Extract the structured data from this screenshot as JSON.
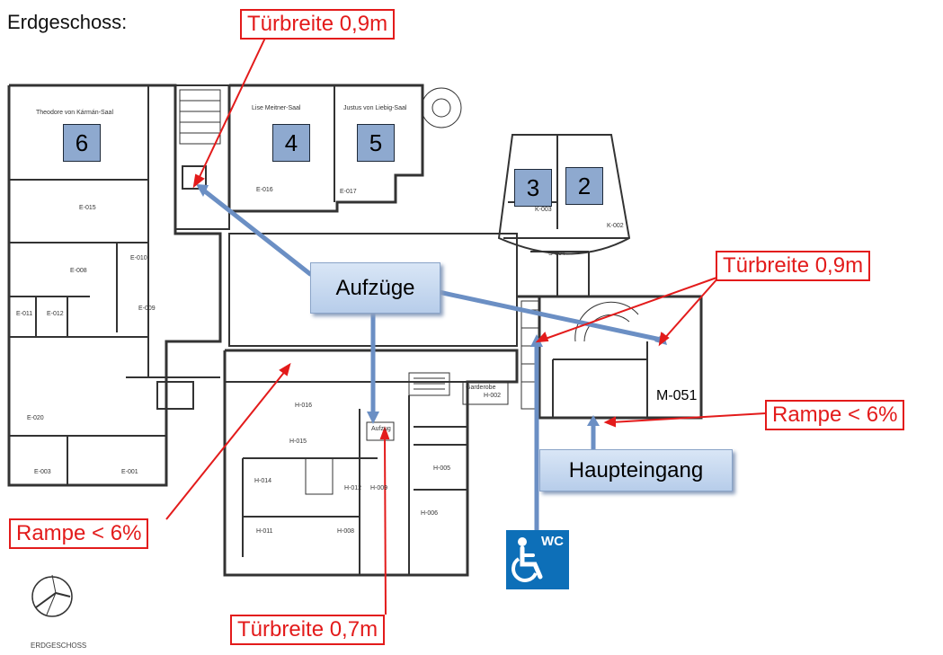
{
  "title": "Erdgeschoss:",
  "footer_label": "ERDGESCHOSS",
  "labels": {
    "door_top": "Türbreite 0,9m",
    "door_right": "Türbreite 0,9m",
    "door_bottom": "Türbreite 0,7m",
    "ramp_left": "Rampe < 6%",
    "ramp_right": "Rampe < 6%",
    "elevators": "Aufzüge",
    "main_entrance": "Haupteingang",
    "wc": "WC"
  },
  "room_numbers": [
    "6",
    "4",
    "5",
    "3",
    "2"
  ],
  "room_labels": {
    "theodore": "Theodore von Kármán-Saal",
    "lise": "Lise Meitner-Saal",
    "justus": "Justus von Liebig-Saal",
    "e016": "E-016",
    "e017": "E-017",
    "e015": "E-015",
    "e008": "E-008",
    "e010": "E-010",
    "e011": "E-011",
    "e012": "E-012",
    "e009": "E-009",
    "e020": "E-020",
    "e003": "E-003",
    "e001": "E-001",
    "k003": "K-003",
    "k002": "K-002",
    "s004": "S-004",
    "h016": "H-016",
    "h015": "H-015",
    "h014": "H-014",
    "h012": "H-012",
    "h009": "H-009",
    "h005": "H-005",
    "h006": "H-006",
    "h011": "H-011",
    "h008": "H-008",
    "h002a": "Garderobe",
    "h002b": "H-002",
    "aufzug": "Aufzug",
    "m051": "M-051"
  },
  "colors": {
    "annotation_red": "#e31b1b",
    "number_box": "#8ea9cf",
    "arrow_blue": "#6b8fc4",
    "wc_blue": "#0d6fb8"
  }
}
